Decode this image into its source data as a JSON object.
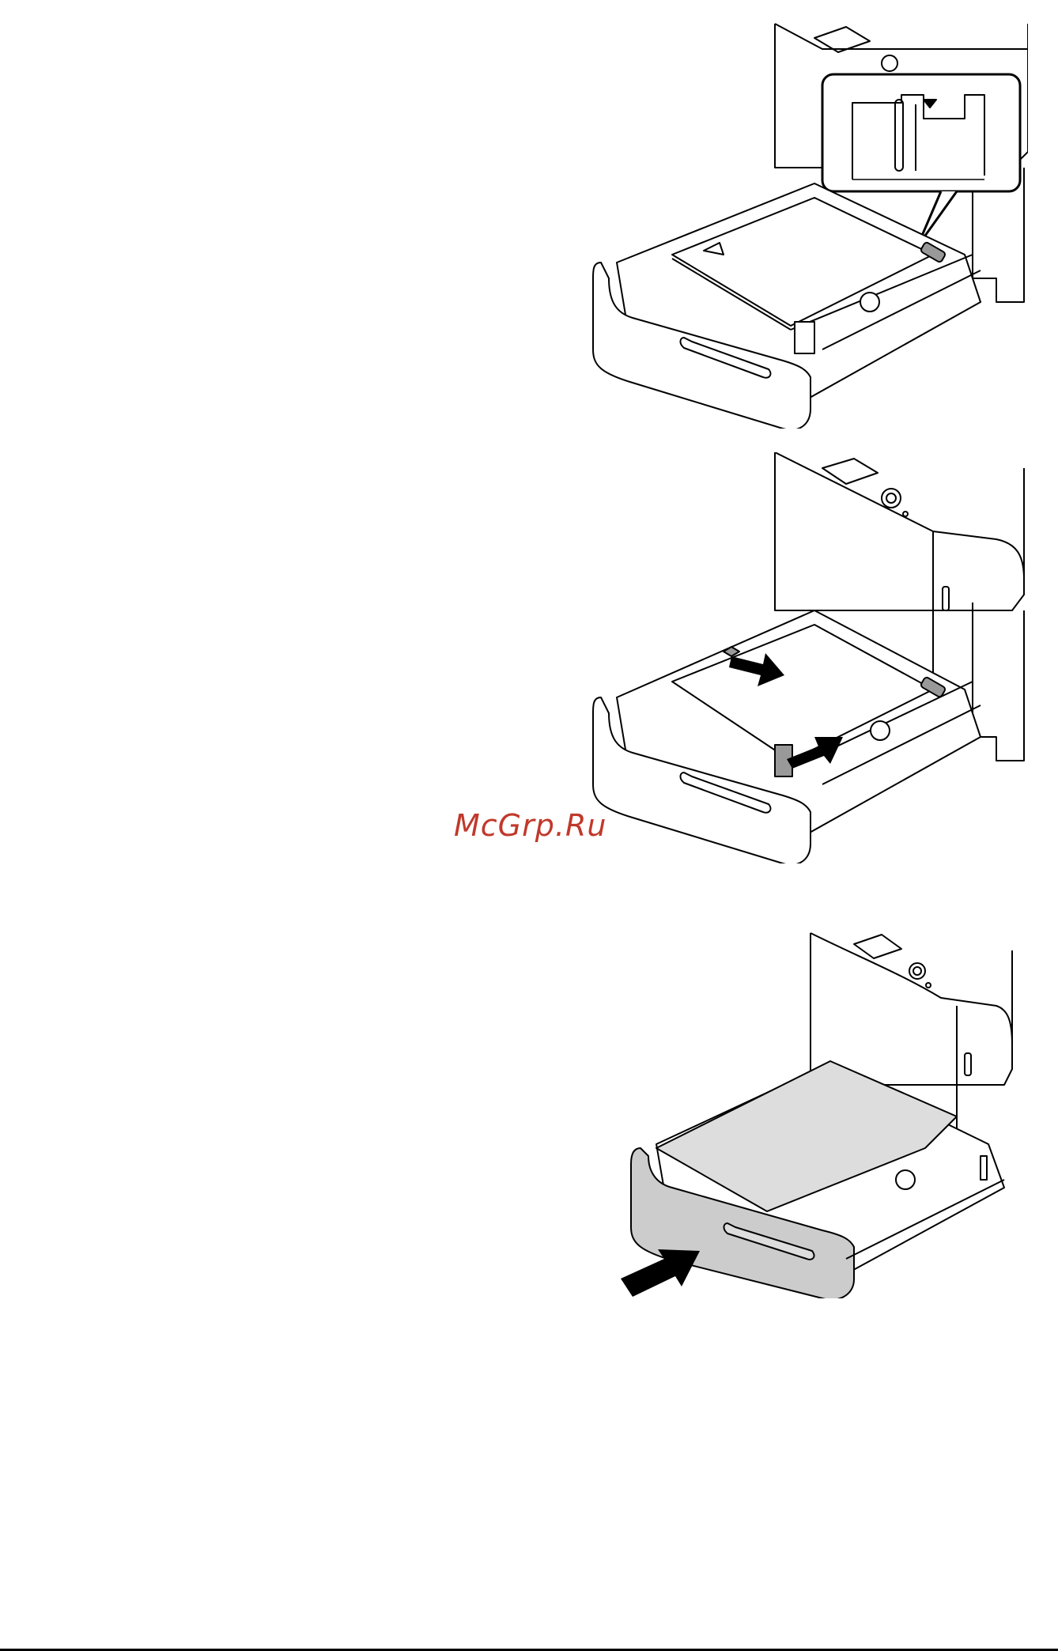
{
  "watermark": {
    "text": "McGrp.Ru",
    "color": "#c0392b"
  },
  "figures": [
    {
      "id": "tray-guide-callout",
      "icon": "paper-tray-limit-mark-detail"
    },
    {
      "id": "tray-guides-adjust",
      "icon": "paper-guide-slide-arrows"
    },
    {
      "id": "tray-insert",
      "icon": "tray-push-in-arrow"
    }
  ]
}
